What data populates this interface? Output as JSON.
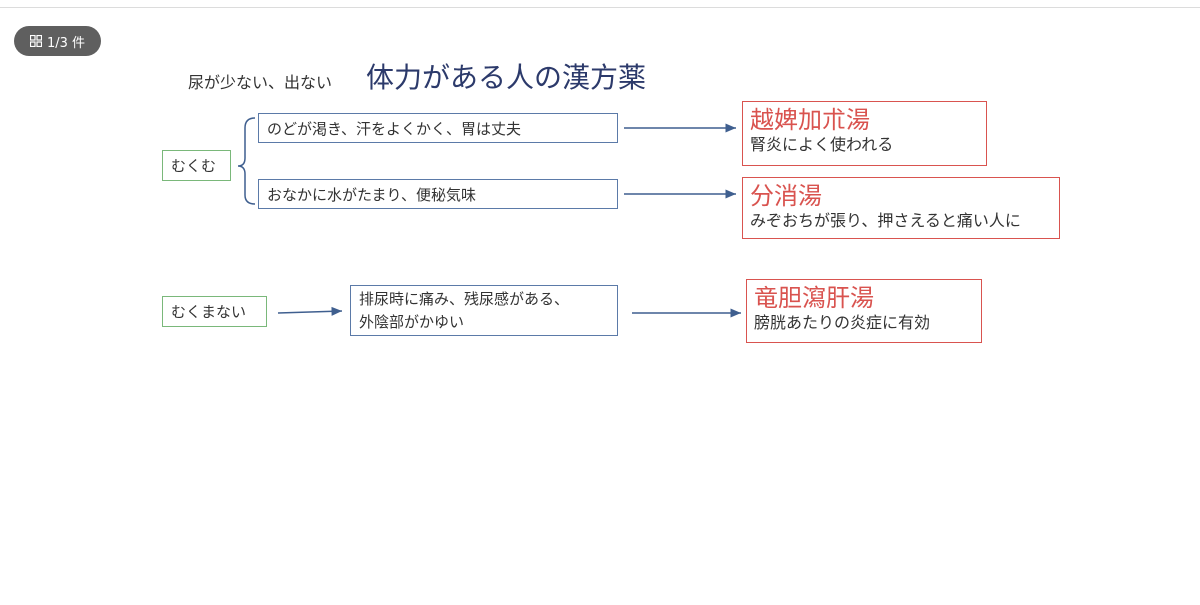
{
  "viewer": {
    "counter_text": "1/3 件",
    "counter_icon": "grid-icon"
  },
  "slide": {
    "subtitle": "尿が少ない、出ない",
    "title": "体力がある人の漢方薬",
    "groups": {
      "swelling": {
        "label": "むくむ",
        "symptom1": "のどが渇き、汗をよくかく、胃は丈夫",
        "symptom2": "おなかに水がたまり、便秘気味",
        "remedy1": {
          "name": "越婢加朮湯",
          "desc": "腎炎によく使われる"
        },
        "remedy2": {
          "name": "分消湯",
          "desc": "みぞおちが張り、押さえると痛い人に"
        }
      },
      "no_swelling": {
        "label": "むくまない",
        "symptom_line1": "排尿時に痛み、残尿感がある、",
        "symptom_line2": "外陰部がかゆい",
        "remedy": {
          "name": "竜胆瀉肝湯",
          "desc": "膀胱あたりの炎症に有効"
        }
      }
    }
  },
  "colors": {
    "title": "#2c3a6b",
    "remedy": "#d9534f",
    "category_border": "#7ab87a",
    "symptom_border": "#5b7aa8",
    "arrow": "#3f5f8f"
  }
}
